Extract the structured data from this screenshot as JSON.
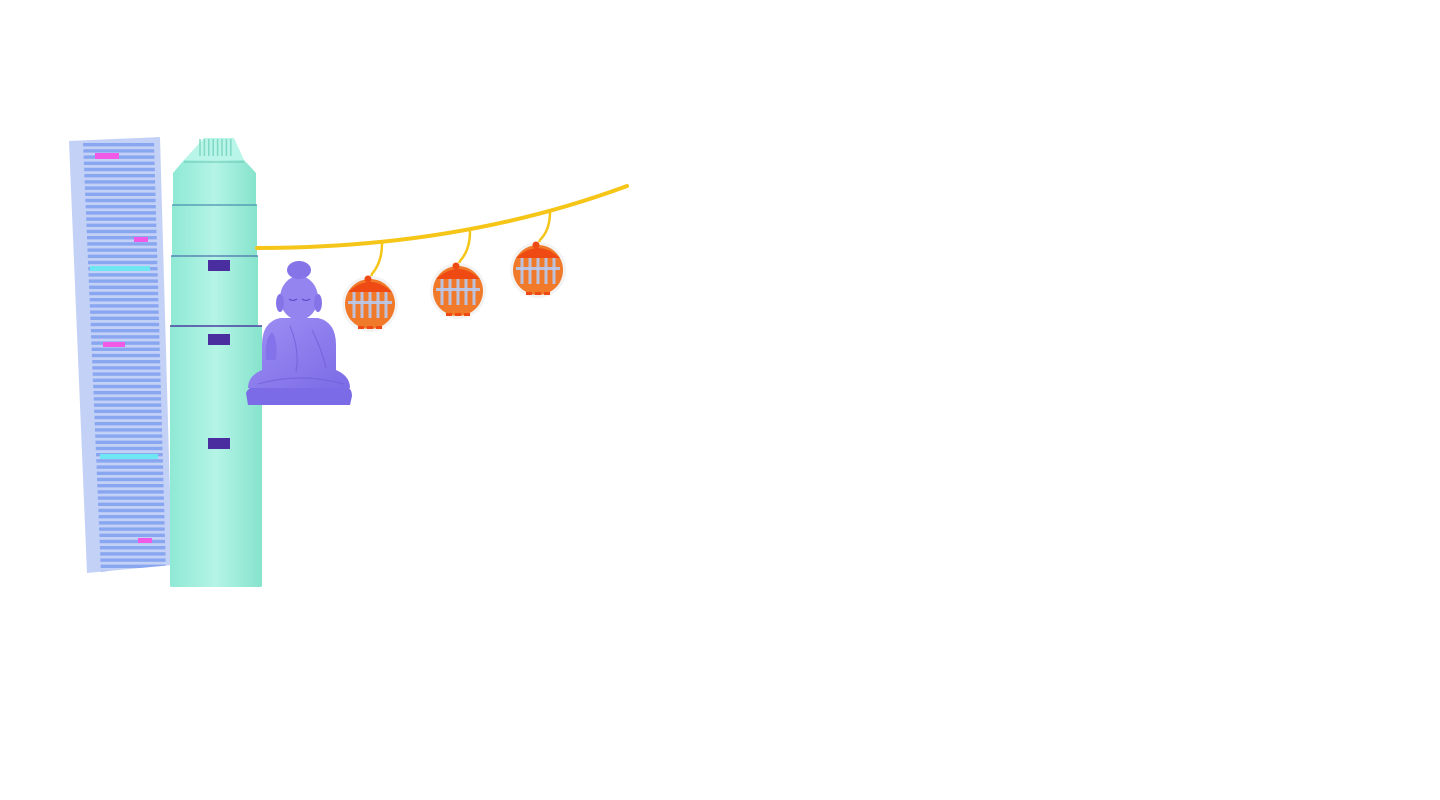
{
  "illustration": {
    "subjects": [
      "striped-skyscraper",
      "mint-tower",
      "seated-buddha",
      "cable-car-line",
      "cable-car",
      "cable-car",
      "cable-car"
    ],
    "colors": {
      "background": "#ffffff",
      "skyscraper": "#7f9ff0",
      "skyscraper_light": "#c3d1f7",
      "skyscraper_accent_pink": "#f05ae6",
      "skyscraper_accent_cyan": "#6fe7f2",
      "tower": "#a6f0df",
      "tower_dark": "#7fe0c8",
      "tower_window": "#4a2ea0",
      "buddha": "#8f7ff0",
      "buddha_dark": "#6f5fd8",
      "cable": "#f5c518",
      "car_body": "#f07a2a",
      "car_roof": "#f04a14",
      "car_window": "#b8c9ee"
    }
  }
}
